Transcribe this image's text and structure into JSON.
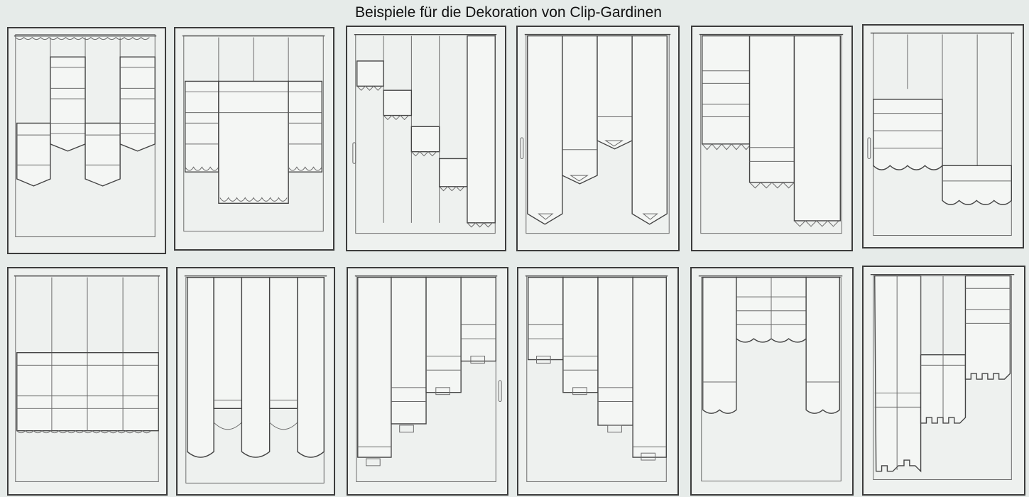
{
  "page": {
    "title": "Beispiele für die Dekoration von Clip-Gardinen",
    "background_color": "#e6ebe9",
    "line_color": "#3c3c3c"
  },
  "panels": [
    {
      "id": 1,
      "row": 1,
      "col": 1
    },
    {
      "id": 2,
      "row": 1,
      "col": 2
    },
    {
      "id": 3,
      "row": 1,
      "col": 3
    },
    {
      "id": 4,
      "row": 1,
      "col": 4
    },
    {
      "id": 5,
      "row": 1,
      "col": 5
    },
    {
      "id": 6,
      "row": 1,
      "col": 6
    },
    {
      "id": 7,
      "row": 2,
      "col": 1
    },
    {
      "id": 8,
      "row": 2,
      "col": 2
    },
    {
      "id": 9,
      "row": 2,
      "col": 3
    },
    {
      "id": 10,
      "row": 2,
      "col": 4
    },
    {
      "id": 11,
      "row": 2,
      "col": 5
    },
    {
      "id": 12,
      "row": 2,
      "col": 6
    }
  ]
}
